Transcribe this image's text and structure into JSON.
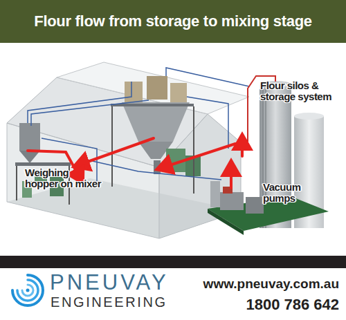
{
  "diagram": {
    "title": "Flour flow from storage to mixing stage",
    "labels": [
      "Flour silos & storage system",
      "Weighing hopper on mixer",
      "Vacuum pumps",
      "PNEUVAY",
      "ENGINEERING",
      "www.pneuvay.com.au",
      "1800 786 642"
    ]
  }
}
